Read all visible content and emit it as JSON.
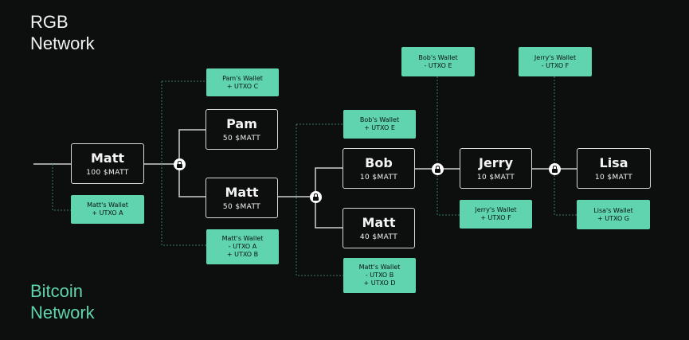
{
  "rgb_title": "RGB\nNetwork",
  "bitcoin_title": "Bitcoin\nNetwork",
  "colors": {
    "background": "#0d0f0e",
    "accent": "#5fd4ae",
    "node_border": "#d8d8d8",
    "line": "#cfcfcf",
    "dotted": "#3c7a66"
  },
  "nodes": {
    "matt1": {
      "name": "Matt",
      "value": "100 $MATT"
    },
    "pam": {
      "name": "Pam",
      "value": "50 $MATT"
    },
    "matt2": {
      "name": "Matt",
      "value": "50 $MATT"
    },
    "bob": {
      "name": "Bob",
      "value": "10 $MATT"
    },
    "matt3": {
      "name": "Matt",
      "value": "40 $MATT"
    },
    "jerry": {
      "name": "Jerry",
      "value": "10 $MATT"
    },
    "lisa": {
      "name": "Lisa",
      "value": "10 $MATT"
    }
  },
  "wallets": {
    "matt_a": {
      "title": "Matt's Wallet",
      "lines": [
        "+ UTXO A"
      ]
    },
    "pam_c": {
      "title": "Pam's Wallet",
      "lines": [
        "+ UTXO C"
      ]
    },
    "matt_ab": {
      "title": "Matt's Wallet",
      "lines": [
        "- UTXO A",
        "+ UTXO B"
      ]
    },
    "bob_e1": {
      "title": "Bob's Wallet",
      "lines": [
        "+ UTXO E"
      ]
    },
    "matt_bd": {
      "title": "Matt's Wallet",
      "lines": [
        "- UTXO B",
        "+ UTXO D"
      ]
    },
    "bob_e2": {
      "title": "Bob's Wallet",
      "lines": [
        "- UTXO E"
      ]
    },
    "jerry_f1": {
      "title": "Jerry's Wallet",
      "lines": [
        "+ UTXO F"
      ]
    },
    "jerry_f2": {
      "title": "Jerry's Wallet",
      "lines": [
        "- UTXO F"
      ]
    },
    "lisa_g": {
      "title": "Lisa's Wallet",
      "lines": [
        "+ UTXO G"
      ]
    }
  }
}
